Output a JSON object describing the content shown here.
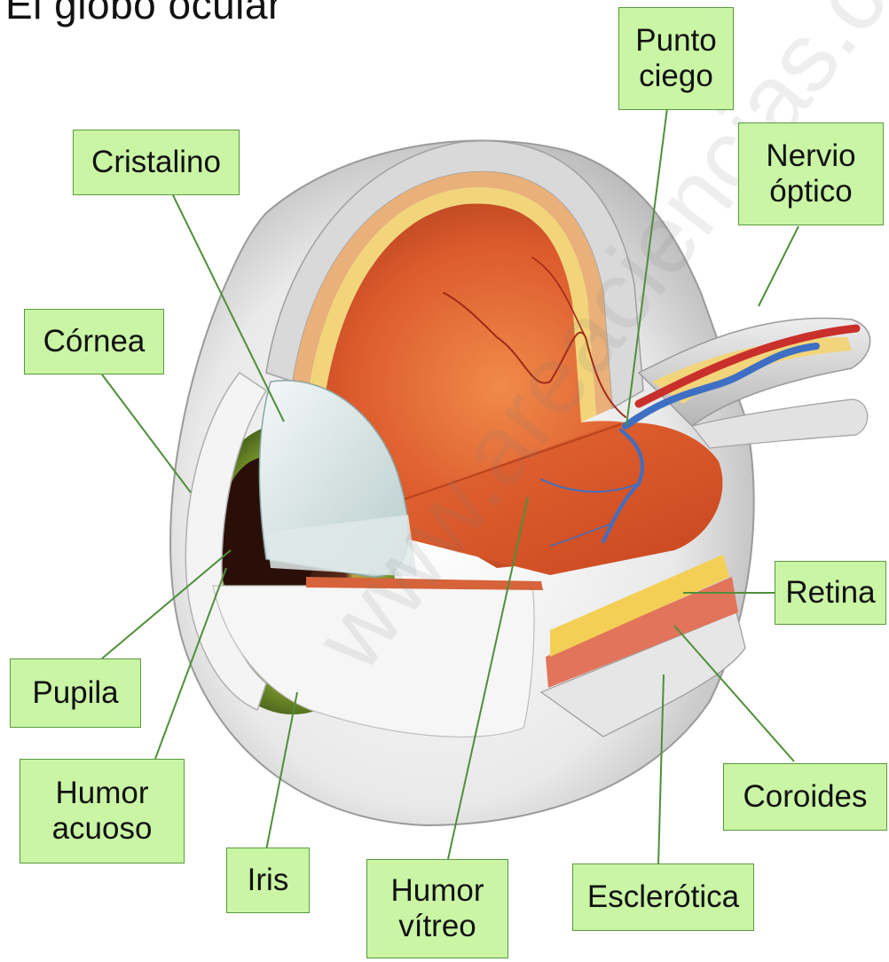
{
  "title": "El globo ocular",
  "watermark": "www.areaciencias.com",
  "labels": {
    "punto_ciego": [
      "Punto",
      "ciego"
    ],
    "nervio_optico": [
      "Nervio",
      "óptico"
    ],
    "cristalino": [
      "Cristalino"
    ],
    "cornea": [
      "Córnea"
    ],
    "retina": [
      "Retina"
    ],
    "pupila": [
      "Pupila"
    ],
    "humor_acuoso": [
      "Humor",
      "acuoso"
    ],
    "coroides": [
      "Coroides"
    ],
    "iris": [
      "Iris"
    ],
    "humor_vitreo": [
      "Humor",
      "vítreo"
    ],
    "esclerotica": [
      "Esclerótica"
    ]
  },
  "colors": {
    "label_fill": "#c9f5a5",
    "label_border": "#5a9a3c",
    "leader_line": "#4f8f3a",
    "sclera": "#e8e8e8",
    "interior": "#d9552c",
    "iris": "#7d8f2e",
    "vein": "#3f6fc4",
    "artery": "#c9302c"
  }
}
